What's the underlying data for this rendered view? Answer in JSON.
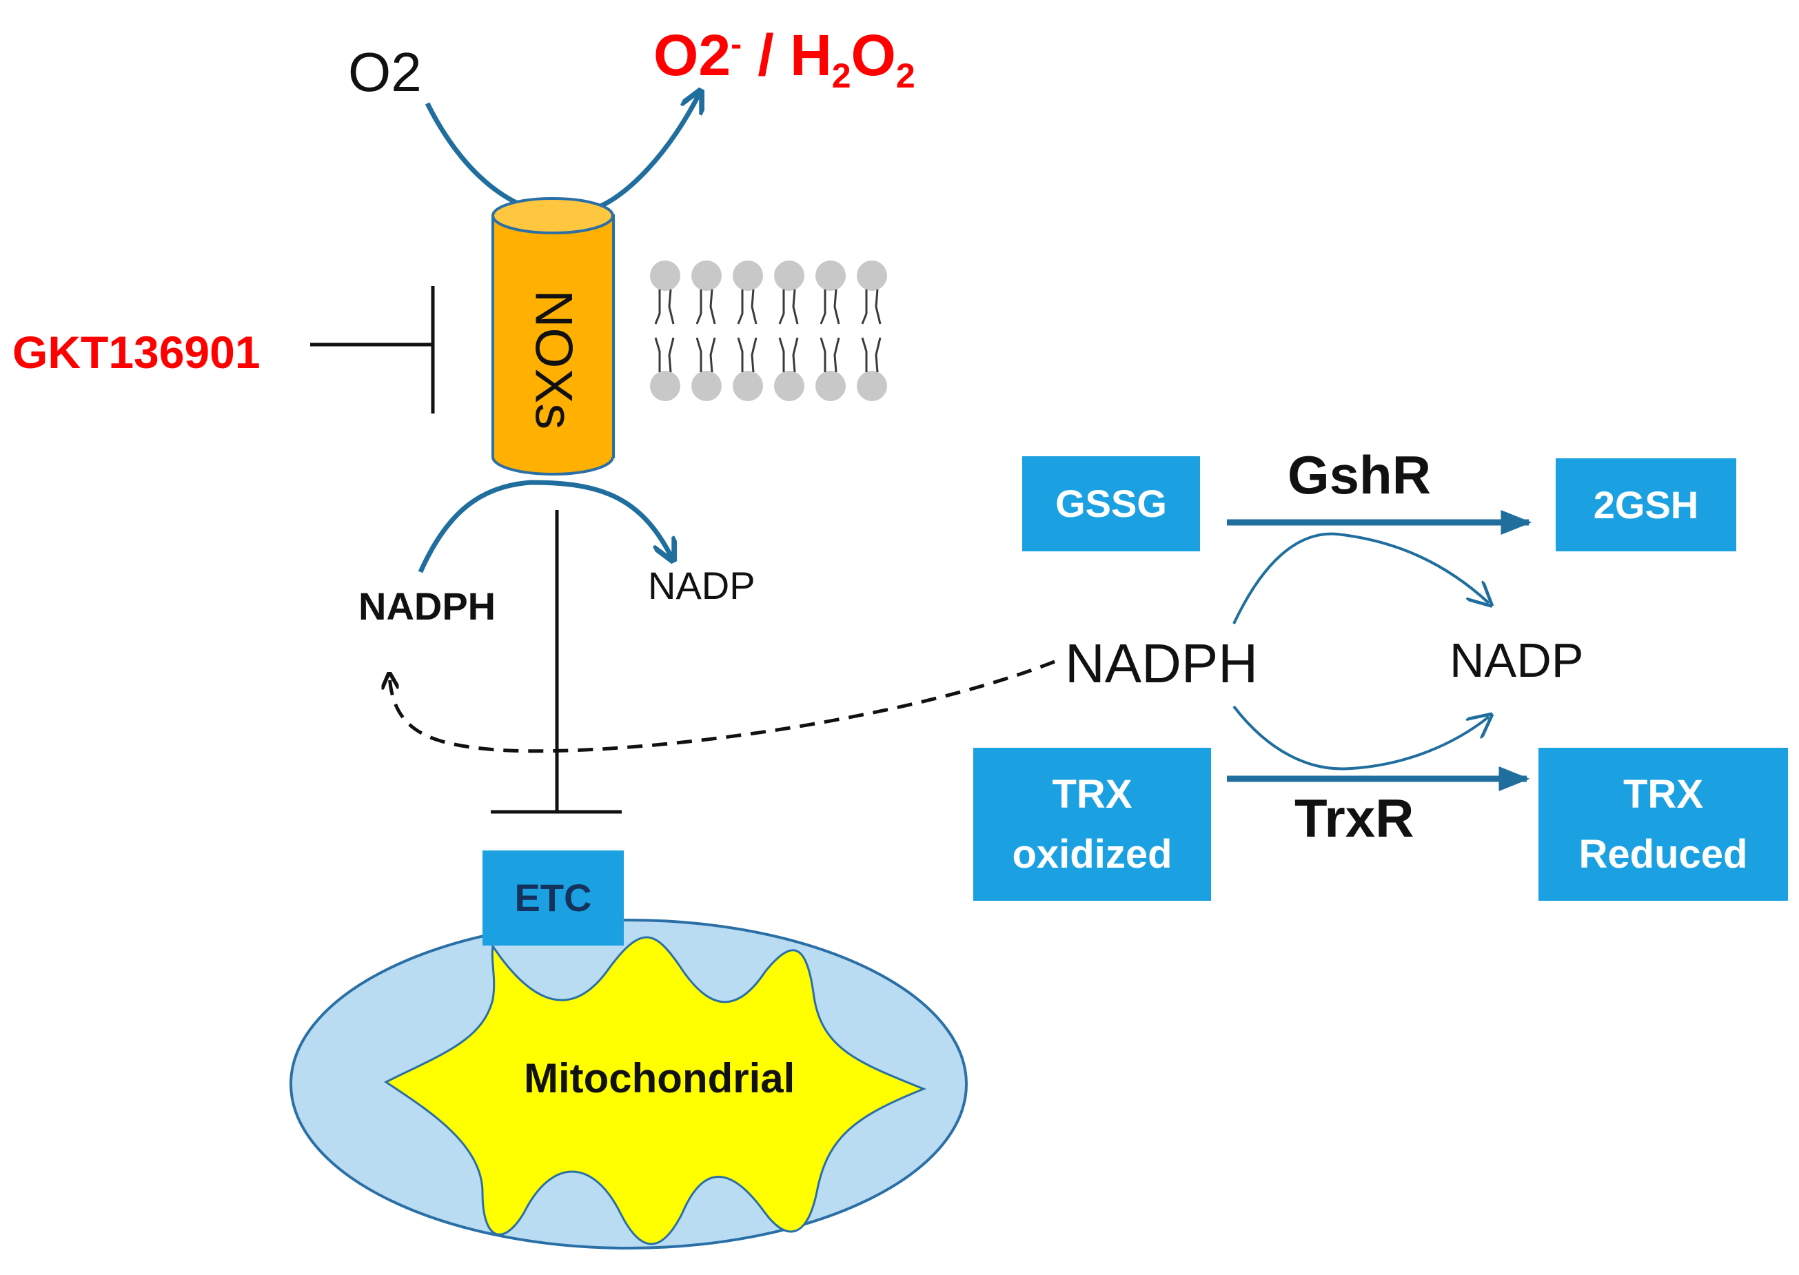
{
  "nox": {
    "input": "O2",
    "product_main": "O2",
    "product_sup": "-",
    "product_sep": " / ",
    "h": "H",
    "h_sub": "2",
    "o": "O",
    "o_sub": "2",
    "channel_label": "NOXs",
    "cofactor_in": "NADPH",
    "cofactor_out": "NADP"
  },
  "inhibitor": {
    "label": "GKT136901"
  },
  "mito": {
    "etc_label": "ETC",
    "label": "Mitochondrial"
  },
  "redox": {
    "gssg": "GSSG",
    "gshr": "GshR",
    "gsh": "2GSH",
    "nadph": "NADPH",
    "nadp": "NADP",
    "trx_ox_line1": "TRX",
    "trx_ox_line2": "oxidized",
    "trxr": "TrxR",
    "trx_red_line1": "TRX",
    "trx_red_line2": "Reduced"
  },
  "colors": {
    "arrow_blue": "#1f6e9e",
    "box_blue": "#1ba1e2",
    "nox_orange": "#ffb000",
    "mito_outer": "#b9dcf2",
    "mito_inner": "#ffff00",
    "inhibitor_red": "#ff0000",
    "membrane_grey": "#c8c8c8"
  },
  "icons": [
    "nox-cylinder",
    "lipid-bilayer-icon",
    "mitochondrion-icon",
    "inhibition-bar"
  ]
}
